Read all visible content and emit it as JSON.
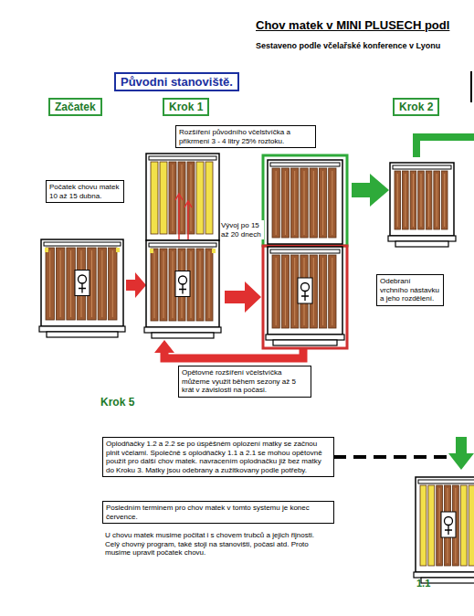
{
  "diagram": {
    "title": "Chov matek v MINI PLUSECH podl",
    "nodes": [
      {
        "text": [
          "Původni stanoviště."
        ]
      },
      {
        "text": [
          "Začatek"
        ]
      },
      {
        "text": [
          "Krok 1"
        ]
      },
      {
        "text": [
          "Krok 2"
        ]
      },
      {
        "text": [
          "Rozšíření původního včelstvíčka a přikrmení 3 - 4 litry 25% roztoku."
        ]
      },
      {
        "text": [
          "Počatek chovu matek 10 až 15 dubna."
        ]
      },
      {
        "text": [
          "Odebraní vrchního nástavku a jeho rozdělení."
        ]
      },
      {
        "text": [
          "Opětovné rozšíření včelstvíčka můžeme využit během sezony až 5 krát v závislosti na počasi."
        ]
      },
      {
        "text": [
          "Oplodňačky 1.2 a 2.2 se po úspěšném oplození matky se začnou plnit včelami. Společně s oplodňačky 1.1 a 2.1 se mohou opětovně použít pro další chov matek. navracením oplodnačku již bez matky do Kroku 3. Matky jsou odebrany a zužitkovany podle potřeby."
        ]
      },
      {
        "text": [
          "Posledním terminem pro chov matek v tomto systemu je konec července."
        ]
      }
    ],
    "labels": [
      "Sestaveno podle včelařské konference v Lyonu",
      "Vývoj po 15 až 20 dnech",
      "Krok 5",
      "1.1",
      "U chovu matek musime počitat i s chovem trubců a jejich řijnosti.",
      "Celý chovný program, také stoji na stanovišti, počasi atd. Proto musime upravit počatek chovu."
    ]
  }
}
